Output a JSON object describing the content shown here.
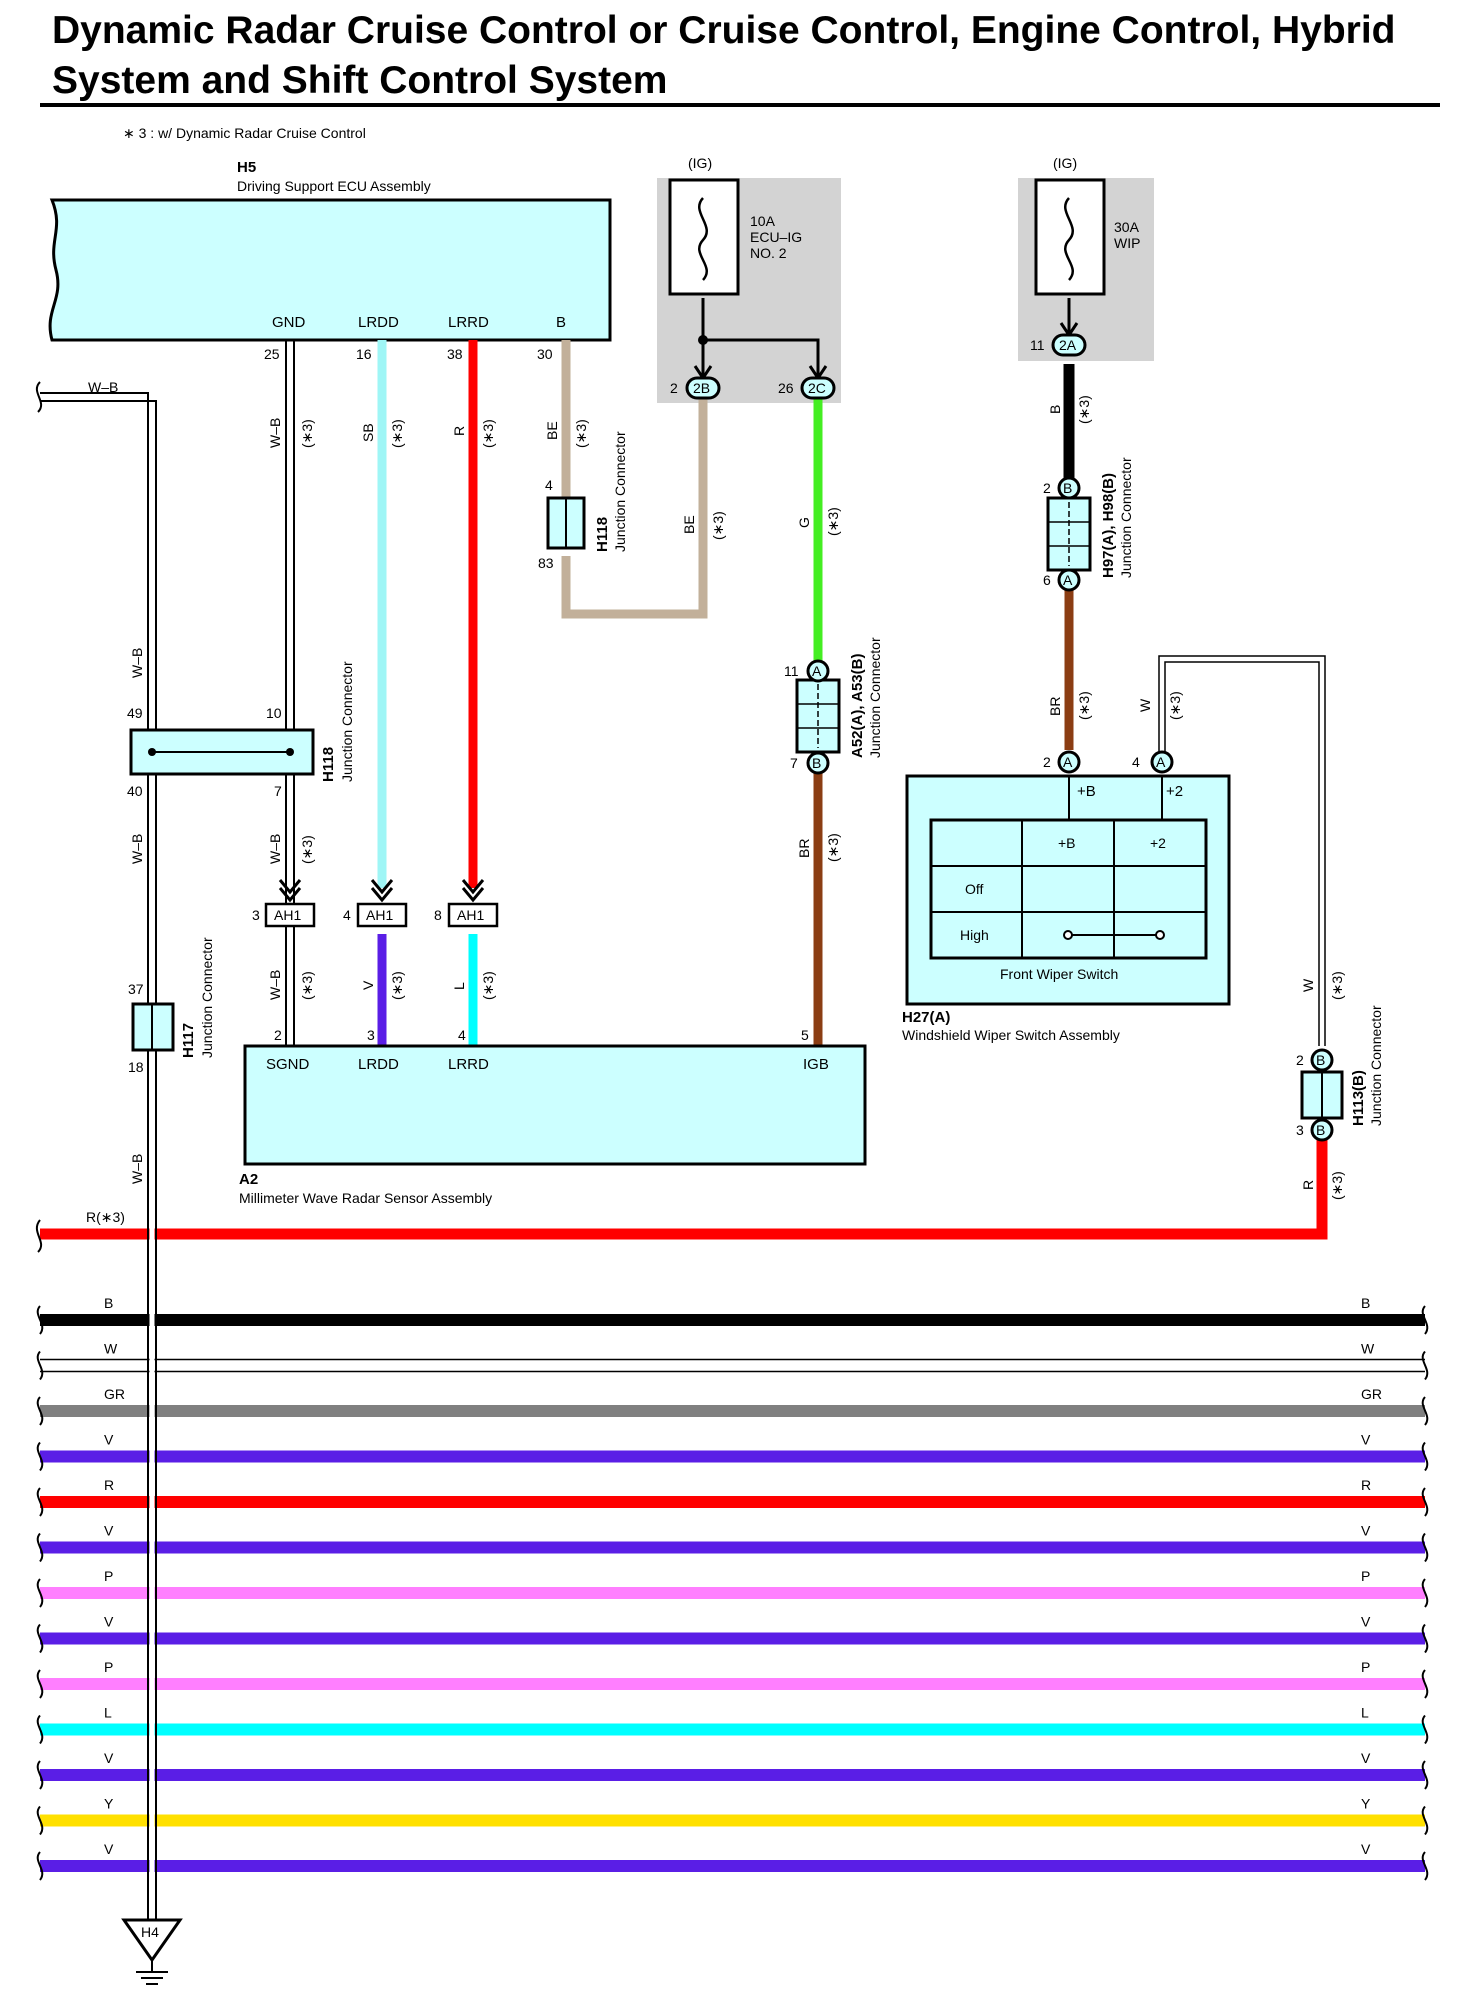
{
  "title": {
    "line1": "Dynamic Radar Cruise Control or Cruise Control, Engine Control, Hybrid",
    "line2": "System and Shift Control System"
  },
  "footnote": "∗ 3 : w/ Dynamic Radar Cruise Control",
  "components": {
    "h5": {
      "code": "H5",
      "name": "Driving Support ECU Assembly",
      "terminals": [
        "GND",
        "LRDD",
        "LRRD",
        "B"
      ],
      "pins": [
        "25",
        "16",
        "38",
        "30"
      ]
    },
    "a2": {
      "code": "A2",
      "name": "Millimeter Wave Radar Sensor Assembly",
      "terminals": [
        "SGND",
        "LRDD",
        "LRRD",
        "IGB"
      ],
      "pins": [
        "2",
        "3",
        "4",
        "5"
      ]
    },
    "h118_left": {
      "code": "H118",
      "name": "Junction Connector",
      "pins": [
        "49",
        "10",
        "40",
        "7"
      ]
    },
    "h118_mid": {
      "code": "H118",
      "name": "Junction Connector",
      "pins": [
        "4",
        "83"
      ]
    },
    "h117": {
      "code": "H117",
      "name": "Junction Connector",
      "pins": [
        "37",
        "18"
      ]
    },
    "a52": {
      "code": "A52(A), A53(B)",
      "name": "Junction Connector",
      "pins": [
        "11",
        "7"
      ],
      "marks": [
        "A",
        "B"
      ]
    },
    "h97": {
      "code": "H97(A), H98(B)",
      "name": "Junction Connector",
      "pins": [
        "2",
        "6"
      ],
      "marks": [
        "B",
        "A"
      ]
    },
    "h113": {
      "code": "H113(B)",
      "name": "Junction Connector",
      "pins": [
        "2",
        "3"
      ],
      "marks": [
        "B",
        "B"
      ]
    },
    "h27": {
      "code": "H27(A)",
      "name": "Windshield Wiper Switch Assembly",
      "switch_name": "Front Wiper Switch",
      "terminals": [
        "+B",
        "+2"
      ],
      "pins": [
        "2",
        "4"
      ],
      "marks": [
        "A",
        "A"
      ],
      "table_cols": [
        "+B",
        "+2"
      ],
      "table_rows": [
        "Off",
        "High"
      ]
    },
    "fuse_ecu": {
      "supply": "(IG)",
      "rating": "10A",
      "name_l1": "ECU–IG",
      "name_l2": "NO. 2",
      "pins": [
        "2",
        "26"
      ],
      "marks": [
        "2B",
        "2C"
      ]
    },
    "fuse_wip": {
      "supply": "(IG)",
      "rating": "30A",
      "name": "WIP",
      "pin": "11",
      "mark": "2A"
    },
    "ah1": {
      "code": "AH1",
      "pins": [
        "3",
        "4",
        "8"
      ]
    },
    "ground": {
      "code": "H4"
    }
  },
  "wire_labels": {
    "wb": "W–B",
    "sb": "SB",
    "r": "R",
    "be": "BE",
    "g": "G",
    "b": "B",
    "br": "BR",
    "w": "W",
    "v": "V",
    "l": "L",
    "note": "(∗3)",
    "r_note": "R(∗3)"
  },
  "buses": [
    {
      "label": "B",
      "color": "#000000"
    },
    {
      "label": "W",
      "color": "#ffffff"
    },
    {
      "label": "GR",
      "color": "#808080"
    },
    {
      "label": "V",
      "color": "#5a1ee6"
    },
    {
      "label": "R",
      "color": "#ff0000"
    },
    {
      "label": "V",
      "color": "#5a1ee6"
    },
    {
      "label": "P",
      "color": "#ff7fff"
    },
    {
      "label": "V",
      "color": "#5a1ee6"
    },
    {
      "label": "P",
      "color": "#ff7fff"
    },
    {
      "label": "L",
      "color": "#00ffff"
    },
    {
      "label": "V",
      "color": "#5a1ee6"
    },
    {
      "label": "Y",
      "color": "#ffe000"
    },
    {
      "label": "V",
      "color": "#5a1ee6"
    }
  ],
  "colors": {
    "component_fill": "#ccffff",
    "fuse_box": "#d3d3d3",
    "wire_sb": "#9ff6f6",
    "wire_r": "#ff0000",
    "wire_be": "#c2b09a",
    "wire_g": "#44ee22",
    "wire_br": "#8b3d13",
    "wire_b": "#000000",
    "wire_v": "#5a1ee6",
    "wire_l": "#00ffff"
  }
}
